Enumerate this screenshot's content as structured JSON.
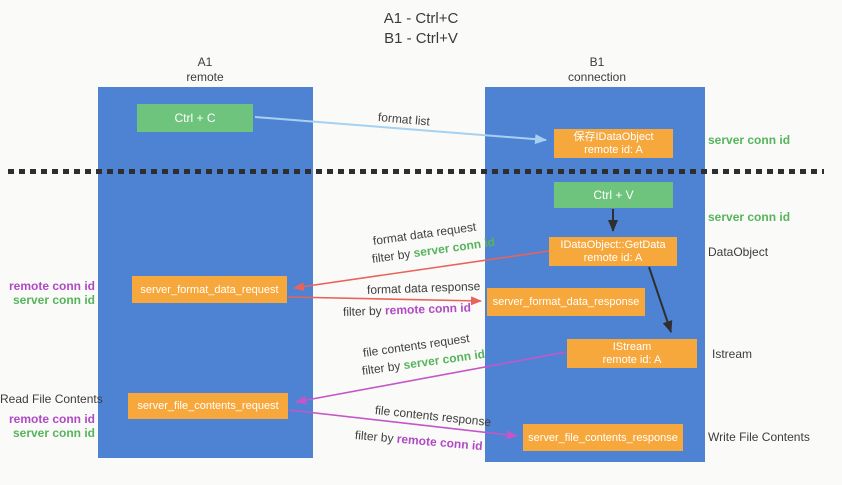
{
  "title": {
    "line1": "A1 - Ctrl+C",
    "line2": "B1 - Ctrl+V"
  },
  "columns": {
    "a": {
      "name": "A1",
      "subtitle": "remote"
    },
    "b": {
      "name": "B1",
      "subtitle": "connection"
    }
  },
  "nodes": {
    "ctrl_c": {
      "label": "Ctrl + C"
    },
    "save_idataobject": {
      "line1": "保存IDataObject",
      "line2": "remote id: A"
    },
    "ctrl_v": {
      "label": "Ctrl + V"
    },
    "getdata": {
      "line1": "IDataObject::GetData",
      "line2": "remote id: A"
    },
    "format_request": {
      "label": "server_format_data_request"
    },
    "format_response": {
      "label": "server_format_data_response"
    },
    "istream": {
      "line1": "IStream",
      "line2": "remote id: A"
    },
    "file_request": {
      "label": "server_file_contents_request"
    },
    "file_response": {
      "label": "server_file_contents_response"
    }
  },
  "flow_labels": {
    "format_list": "format list",
    "format_data_request": "format data request",
    "format_data_response": "format data response",
    "file_contents_request": "file contents request",
    "file_contents_response": "file contents response",
    "filter_by": "filter by ",
    "server_conn_id": "server conn id",
    "remote_conn_id": "remote conn id"
  },
  "side_labels": {
    "server_conn_id": "server conn id",
    "remote_conn_id": "remote conn id",
    "dataobject": "DataObject",
    "istream": "Istream",
    "read_file_contents": "Read File Contents",
    "write_file_contents": "Write File Contents"
  },
  "colors": {
    "column_blue": "#4e83d4",
    "box_green": "#6ec47c",
    "box_orange": "#f7a83d",
    "arrow_light_blue": "#a6d1f0",
    "arrow_red": "#e8635a",
    "arrow_magenta": "#c456c8",
    "arrow_black": "#2f2f2f",
    "text_green": "#56b45c",
    "text_purple": "#b04ac4",
    "text_dark": "#3c3c3c",
    "background": "#fafaf9"
  }
}
